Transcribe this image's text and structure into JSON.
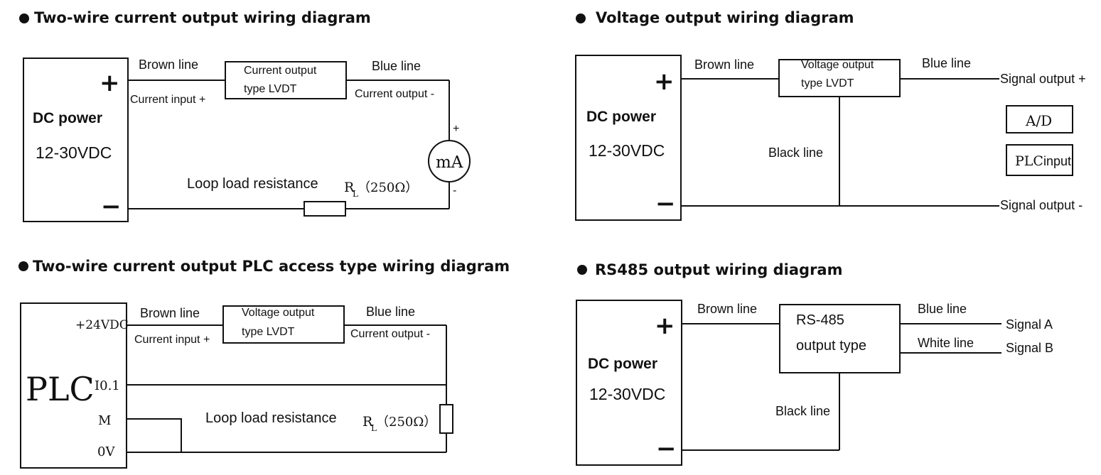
{
  "diagrams": {
    "two_wire_current": {
      "title": "Two-wire current output wiring diagram",
      "power_label": "DC power",
      "voltage": "12-30VDC",
      "plus": "+",
      "minus": "−",
      "brown_line": "Brown line",
      "blue_line": "Blue line",
      "current_input": "Current input +",
      "current_output": "Current output -",
      "sensor_line1": "Current output",
      "sensor_line2": "type LVDT",
      "meter": "mA",
      "meter_plus": "+",
      "meter_minus": "-",
      "loop_load": "Loop load resistance",
      "rl": "R",
      "rl_sub": "L",
      "rl_value": "（250Ω）"
    },
    "voltage_output": {
      "title": "Voltage output wiring diagram",
      "power_label": "DC power",
      "voltage": "12-30VDC",
      "plus": "+",
      "minus": "−",
      "brown_line": "Brown line",
      "blue_line": "Blue line",
      "black_line": "Black line",
      "sensor_line1": "Voltage output",
      "sensor_line2": "type LVDT",
      "signal_plus": "Signal output +",
      "signal_minus": "Signal output -",
      "ad": "A/D",
      "plc_prefix": "PLC",
      "plc_suffix": "input"
    },
    "plc_access": {
      "title": "Two-wire current output PLC access type wiring diagram",
      "plc": "PLC",
      "v24": "+24VDC",
      "io": "I0.1",
      "m": "M",
      "ov": "0V",
      "brown_line": "Brown line",
      "blue_line": "Blue line",
      "current_input": "Current input +",
      "current_output": "Current output -",
      "sensor_line1": "Voltage output",
      "sensor_line2": "type LVDT",
      "loop_load": "Loop load resistance",
      "rl": "R",
      "rl_sub": "L",
      "rl_value": "（250Ω）"
    },
    "rs485": {
      "title": "RS485 output wiring diagram",
      "power_label": "DC power",
      "voltage": "12-30VDC",
      "plus": "+",
      "minus": "−",
      "brown_line": "Brown line",
      "blue_line": "Blue line",
      "white_line": "White line",
      "black_line": "Black line",
      "sensor_line1": "RS-485",
      "sensor_line2": "output type",
      "signal_a": "Signal A",
      "signal_b": "Signal B"
    }
  }
}
